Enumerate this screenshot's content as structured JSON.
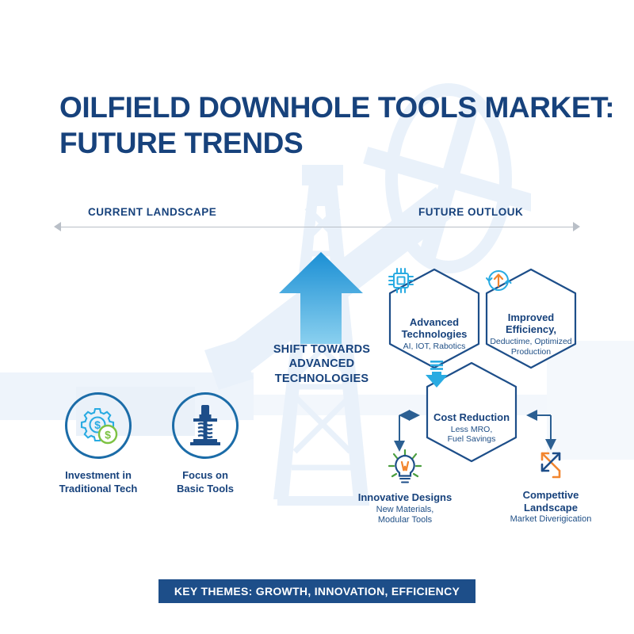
{
  "colors": {
    "navy": "#17427c",
    "deep_blue": "#1d4e89",
    "ring_blue": "#1b6ca8",
    "bright_blue": "#29ABE2",
    "arrow_top": "#1b8fd4",
    "arrow_bottom": "#7ec8ec",
    "orange": "#f2862f",
    "green": "#7dc242",
    "hex_outline": "#1d4e89",
    "axis_gray": "#b9bfc7",
    "watermark": "#e8f0f9",
    "footer_text": "#ffffff",
    "background": "#ffffff"
  },
  "title": {
    "line1": "OILFIELD DOWNHOLE TOOLS MARKET:",
    "line2": "FUTURE TRENDS"
  },
  "axis": {
    "left_label": "CURRENT LANDSCAPE",
    "right_label": "FUTURE OUTLOUK"
  },
  "shift": {
    "icon": "up-arrow-icon",
    "line1": "SHIFT TOWARDS",
    "line2": "ADVANCED",
    "line3": "TECHNOLOGIES"
  },
  "current_nodes": [
    {
      "id": "investment",
      "icon": "gear-dollar-icon",
      "title_line1": "Investment in",
      "title_line2": "Traditional Tech"
    },
    {
      "id": "basic-tools",
      "icon": "drill-tool-icon",
      "title_line1": "Focus on",
      "title_line2": "Basic Tools"
    }
  ],
  "future_hexes": [
    {
      "id": "advanced-technologies",
      "icon": "microchip-icon",
      "title_line1": "Advanced",
      "title_line2": "Technologies",
      "sub_line1": "AI, IOT, Rabotics",
      "sub_line2": ""
    },
    {
      "id": "improved-efficiency",
      "icon": "efficiency-cycle-icon",
      "title_line1": "Improved",
      "title_line2": "Efficiency,",
      "sub_line1": "Deductime, Optimized",
      "sub_line2": "Production"
    },
    {
      "id": "cost-reduction",
      "icon": "down-arrow-icon",
      "title_line1": "Cost Reduction",
      "title_line2": "",
      "sub_line1": "Less MRO,",
      "sub_line2": "Fuel Savings"
    }
  ],
  "future_nodes": [
    {
      "id": "innovative-designs",
      "icon": "lightbulb-icon",
      "title_line1": "Innovative Designs",
      "title_line2": "",
      "sub_line1": "New Materials,",
      "sub_line2": "Modular Tools"
    },
    {
      "id": "competitive-landscape",
      "icon": "shuffle-arrows-icon",
      "title_line1": "Compettive",
      "title_line2": "Landscape",
      "sub_line1": "Market Diverigication",
      "sub_line2": ""
    }
  ],
  "footer": {
    "text": "KEY THEMES: GROWTH, INNOVATION, EFFICIENCY"
  }
}
